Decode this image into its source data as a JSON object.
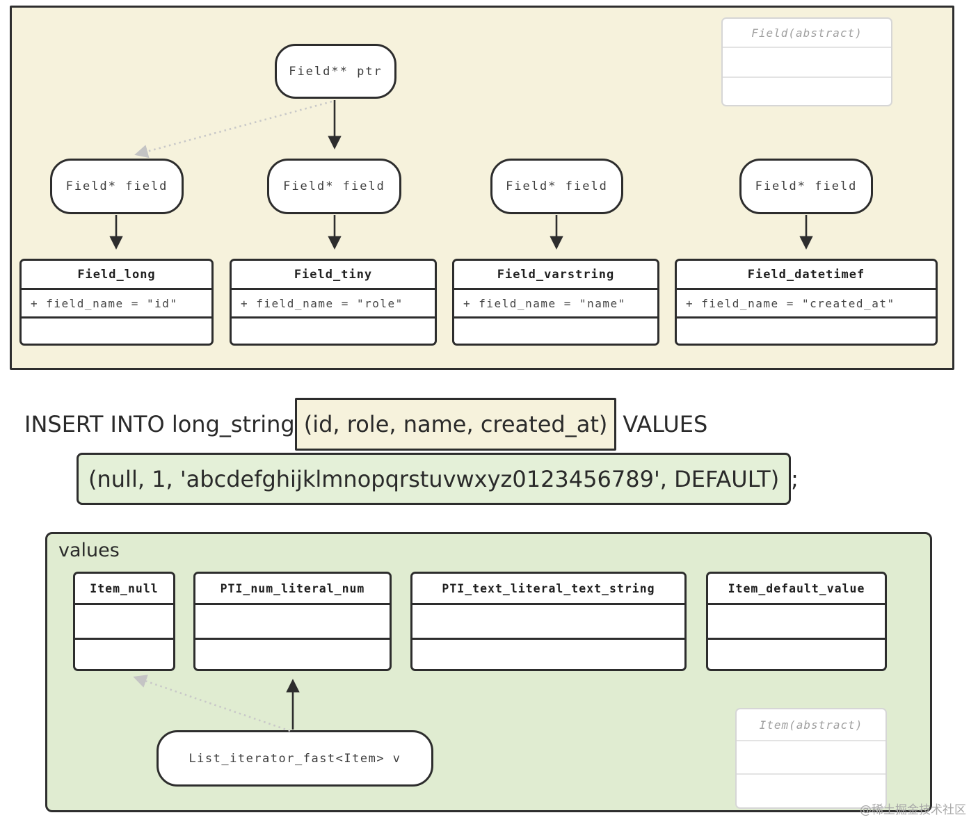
{
  "colors": {
    "top_panel_bg": "#f6f2dc",
    "values_panel_bg": "#e0ecd1",
    "columns_highlight_bg": "#f6f2dc",
    "values_highlight_bg": "#e4f0d8",
    "border_dark": "#2d2d2d",
    "abstract_gray": "#9f9f9f",
    "dotted_arrow_gray": "#c8c8c8"
  },
  "field_diagram": {
    "ptr_node": {
      "label": "Field** ptr"
    },
    "field_nodes": [
      {
        "label": "Field* field"
      },
      {
        "label": "Field* field"
      },
      {
        "label": "Field* field"
      },
      {
        "label": "Field* field"
      }
    ],
    "abstract_class": {
      "title": "Field(abstract)"
    },
    "classes": [
      {
        "title": "Field_long",
        "attribute": "+ field_name = \"id\""
      },
      {
        "title": "Field_tiny",
        "attribute": "+ field_name = \"role\""
      },
      {
        "title": "Field_varstring",
        "attribute": "+ field_name = \"name\""
      },
      {
        "title": "Field_datetimef",
        "attribute": "+ field_name = \"created_at\""
      }
    ]
  },
  "sql_statement": {
    "prefix": "INSERT INTO long_string",
    "columns_highlight": "(id, role, name, created_at)",
    "values_keyword": "VALUES",
    "values_highlight": "(null, 1, 'abcdefghijklmnopqrstuvwxyz0123456789', DEFAULT)",
    "terminator": ";"
  },
  "values_diagram": {
    "panel_label": "values",
    "item_classes": [
      {
        "title": "Item_null"
      },
      {
        "title": "PTI_num_literal_num"
      },
      {
        "title": "PTI_text_literal_text_string"
      },
      {
        "title": "Item_default_value"
      }
    ],
    "iterator_node": {
      "label": "List_iterator_fast<Item> v"
    },
    "abstract_class": {
      "title": "Item(abstract)"
    }
  },
  "watermark": "@稀土掘金技术社区"
}
